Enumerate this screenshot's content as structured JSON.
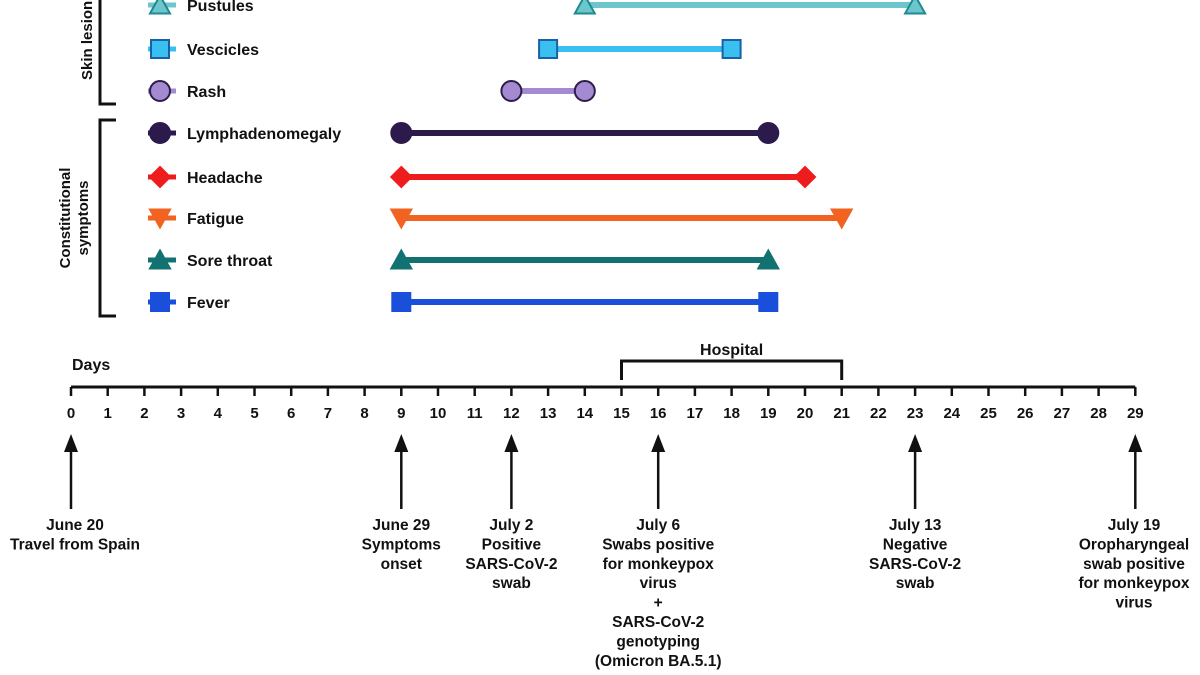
{
  "chart_data": {
    "type": "timeline",
    "axis": {
      "label": "Days",
      "min": 0,
      "max": 29,
      "ticks": [
        "0",
        "1",
        "2",
        "3",
        "4",
        "5",
        "6",
        "7",
        "8",
        "9",
        "10",
        "11",
        "12",
        "13",
        "14",
        "15",
        "16",
        "17",
        "18",
        "19",
        "20",
        "21",
        "22",
        "23",
        "24",
        "25",
        "26",
        "27",
        "28",
        "29"
      ]
    },
    "groups": [
      {
        "name": "Skin lesions",
        "rows": [
          "Pustules",
          "Vescicles",
          "Rash"
        ]
      },
      {
        "name": "Constitutional symptoms",
        "rows": [
          "Lymphadenomegaly",
          "Headache",
          "Fatigue",
          "Sore throat",
          "Fever"
        ]
      }
    ],
    "series": [
      {
        "name": "Pustules",
        "start": 14,
        "end": 23,
        "marker": "triangle-up-open",
        "color": "#6CC6CC",
        "edge": "#1E8A92"
      },
      {
        "name": "Vescicles",
        "start": 13,
        "end": 18,
        "marker": "square",
        "color": "#39C0F0",
        "edge": "#1A5FA8"
      },
      {
        "name": "Rash",
        "start": 12,
        "end": 14,
        "marker": "circle",
        "color": "#A48AD0",
        "edge": "#2B1E4A"
      },
      {
        "name": "Lymphadenomegaly",
        "start": 9,
        "end": 19,
        "marker": "circle",
        "color": "#2D1A4D",
        "edge": "#2D1A4D"
      },
      {
        "name": "Headache",
        "start": 9,
        "end": 20,
        "marker": "diamond",
        "color": "#EE1C1C",
        "edge": "#EE1C1C"
      },
      {
        "name": "Fatigue",
        "start": 9,
        "end": 21,
        "marker": "triangle-down",
        "color": "#F26322",
        "edge": "#F26322"
      },
      {
        "name": "Sore throat",
        "start": 9,
        "end": 19,
        "marker": "triangle-up",
        "color": "#127171",
        "edge": "#127171"
      },
      {
        "name": "Fever",
        "start": 9,
        "end": 19,
        "marker": "square",
        "color": "#1A4FDC",
        "edge": "#1A4FDC"
      }
    ],
    "hospital": {
      "label": "Hospital",
      "start": 15,
      "end": 21
    },
    "events": [
      {
        "day": 0,
        "lines": [
          "June 20",
          "Travel from Spain"
        ]
      },
      {
        "day": 9,
        "lines": [
          "June 29",
          "Symptoms",
          "onset"
        ]
      },
      {
        "day": 12,
        "lines": [
          "July 2",
          "Positive",
          "SARS-CoV-2",
          "swab"
        ]
      },
      {
        "day": 16,
        "lines": [
          "July 6",
          "Swabs positive",
          "for monkeypox",
          "virus",
          "+",
          "SARS-CoV-2",
          "genotyping",
          "(Omicron BA.5.1)",
          "+"
        ]
      },
      {
        "day": 23,
        "lines": [
          "July 13",
          "Negative",
          "SARS-CoV-2",
          "swab"
        ]
      },
      {
        "day": 29,
        "lines": [
          "July 19",
          "Oropharyngeal",
          "swab positive",
          "for monkeypox",
          "virus"
        ]
      }
    ]
  }
}
